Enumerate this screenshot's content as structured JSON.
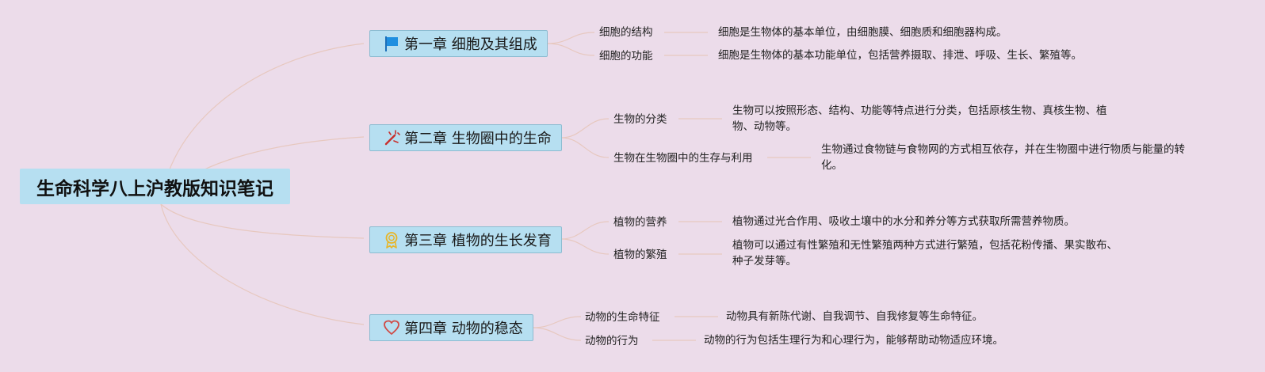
{
  "root": {
    "title": "生命科学八上沪教版知识笔记"
  },
  "chapters": [
    {
      "title": "第一章 细胞及其组成",
      "icon": "flag-icon",
      "topics": [
        {
          "label": "细胞的结构",
          "detail": "细胞是生物体的基本单位，由细胞膜、细胞质和细胞器构成。"
        },
        {
          "label": "细胞的功能",
          "detail": "细胞是生物体的基本功能单位，包括营养摄取、排泄、呼吸、生长、繁殖等。"
        }
      ]
    },
    {
      "title": "第二章 生物圈中的生命",
      "icon": "sparkle-wand-icon",
      "topics": [
        {
          "label": "生物的分类",
          "detail": "生物可以按照形态、结构、功能等特点进行分类，包括原核生物、真核生物、植物、动物等。"
        },
        {
          "label": "生物在生物圈中的生存与利用",
          "detail": "生物通过食物链与食物网的方式相互依存，并在生物圈中进行物质与能量的转化。"
        }
      ]
    },
    {
      "title": "第三章 植物的生长发育",
      "icon": "award-medal-icon",
      "topics": [
        {
          "label": "植物的营养",
          "detail": "植物通过光合作用、吸收土壤中的水分和养分等方式获取所需营养物质。"
        },
        {
          "label": "植物的繁殖",
          "detail": "植物可以通过有性繁殖和无性繁殖两种方式进行繁殖，包括花粉传播、果实散布、种子发芽等。"
        }
      ]
    },
    {
      "title": "第四章 动物的稳态",
      "icon": "heart-icon",
      "topics": [
        {
          "label": "动物的生命特征",
          "detail": "动物具有新陈代谢、自我调节、自我修复等生命特征。"
        },
        {
          "label": "动物的行为",
          "detail": "动物的行为包括生理行为和心理行为，能够帮助动物适应环境。"
        }
      ]
    }
  ],
  "colors": {
    "background": "#ecdcea",
    "node_fill": "#b6dff1",
    "node_border": "#8cbcd1",
    "connector": "#e7c8bf"
  }
}
